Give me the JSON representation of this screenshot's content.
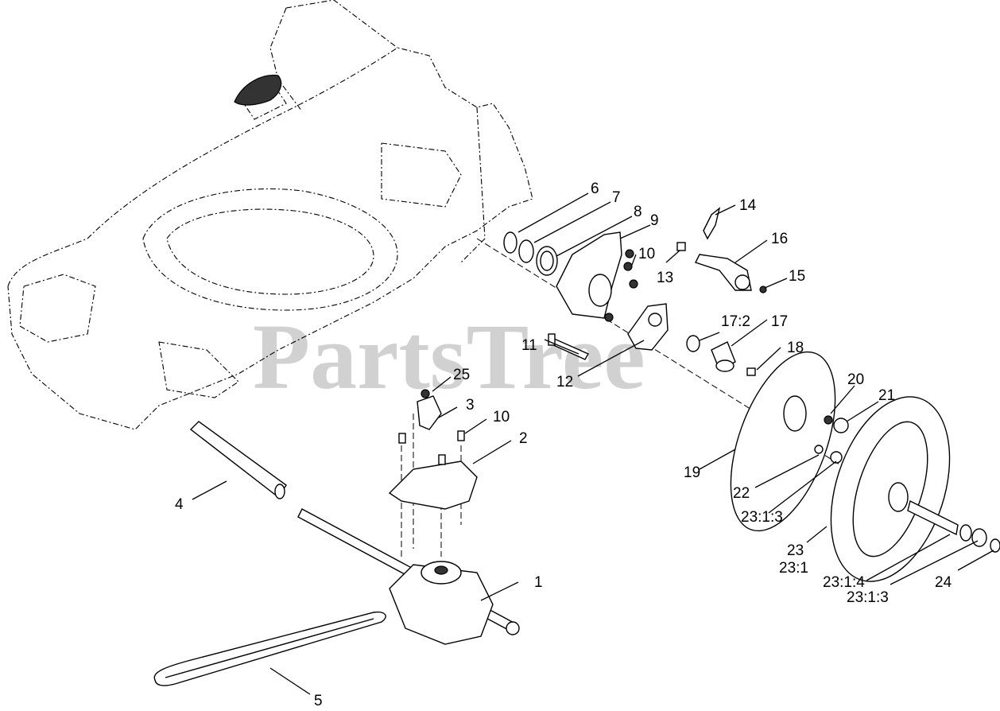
{
  "watermark": "PartsTree",
  "callouts": {
    "c1": "1",
    "c2": "2",
    "c3": "3",
    "c4": "4",
    "c5": "5",
    "c6": "6",
    "c7": "7",
    "c8": "8",
    "c9": "9",
    "c10a": "10",
    "c10b": "10",
    "c11": "11",
    "c12": "12",
    "c13": "13",
    "c14": "14",
    "c15": "15",
    "c16": "16",
    "c17": "17",
    "c17_2": "17:2",
    "c18": "18",
    "c19": "19",
    "c20": "20",
    "c21": "21",
    "c22": "22",
    "c23_1_3a": "23:1:3",
    "c23": "23",
    "c23_1": "23:1",
    "c23_1_4": "23:1:4",
    "c23_1_3b": "23:1:3",
    "c24": "24",
    "c25": "25"
  }
}
